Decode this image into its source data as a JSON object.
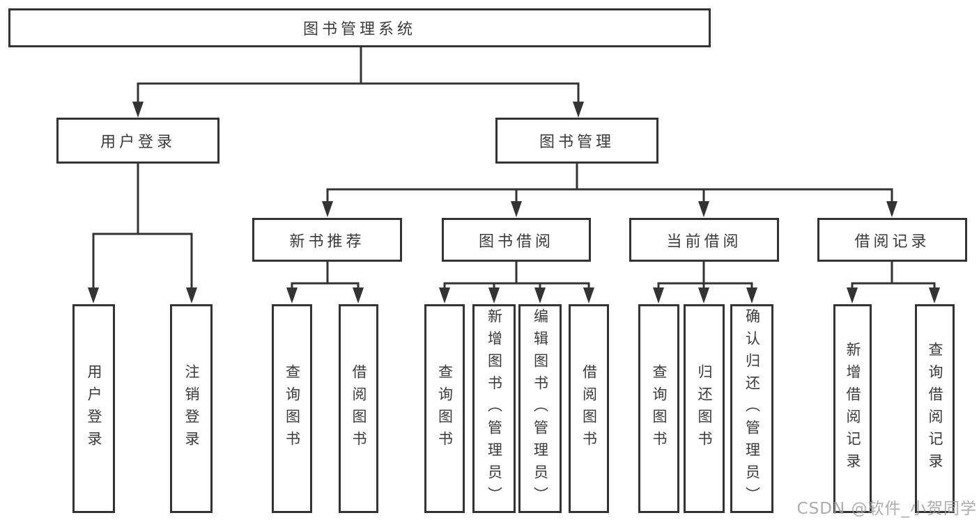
{
  "diagram_title": "图书管理系统",
  "tree": {
    "label": "图书管理系统",
    "children": [
      {
        "label": "用户登录",
        "children": [
          {
            "label": "用户登录"
          },
          {
            "label": "注销登录"
          }
        ]
      },
      {
        "label": "图书管理",
        "children": [
          {
            "label": "新书推荐",
            "children": [
              {
                "label": "查询图书"
              },
              {
                "label": "借阅图书"
              }
            ]
          },
          {
            "label": "图书借阅",
            "children": [
              {
                "label": "查询图书"
              },
              {
                "label": "新增图书（管理员）"
              },
              {
                "label": "编辑图书（管理员）"
              },
              {
                "label": "借阅图书"
              }
            ]
          },
          {
            "label": "当前借阅",
            "children": [
              {
                "label": "查询图书"
              },
              {
                "label": "归还图书"
              },
              {
                "label": "确认归还（管理员）"
              }
            ]
          },
          {
            "label": "借阅记录",
            "children": [
              {
                "label": "新增借阅记录"
              },
              {
                "label": "查询借阅记录"
              }
            ]
          }
        ]
      }
    ]
  },
  "watermark": {
    "text": "CSDN @软件_小贺同学"
  },
  "colors": {
    "line": "#333333",
    "box_border": "#333333",
    "text": "#3a3a3a",
    "background": "#ffffff",
    "watermark": "#9e9e9e"
  }
}
